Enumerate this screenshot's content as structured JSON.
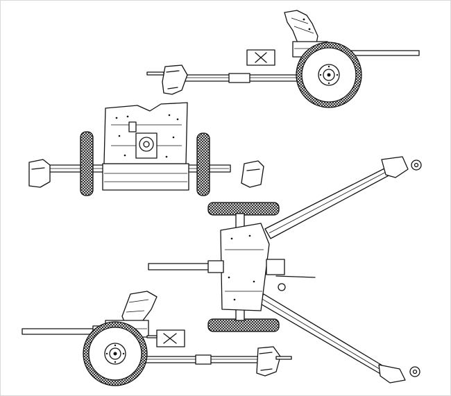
{
  "drawing": {
    "colors": {
      "background": "#ffffff",
      "ink": "#111111",
      "frame": "#d9d9d9"
    },
    "views": [
      {
        "id": "side-view-right",
        "icon": "anti-tank-gun-side-view-right"
      },
      {
        "id": "front-view",
        "icon": "anti-tank-gun-front-view"
      },
      {
        "id": "top-view",
        "icon": "anti-tank-gun-top-view"
      },
      {
        "id": "side-view-left",
        "icon": "anti-tank-gun-side-view-left"
      }
    ]
  }
}
